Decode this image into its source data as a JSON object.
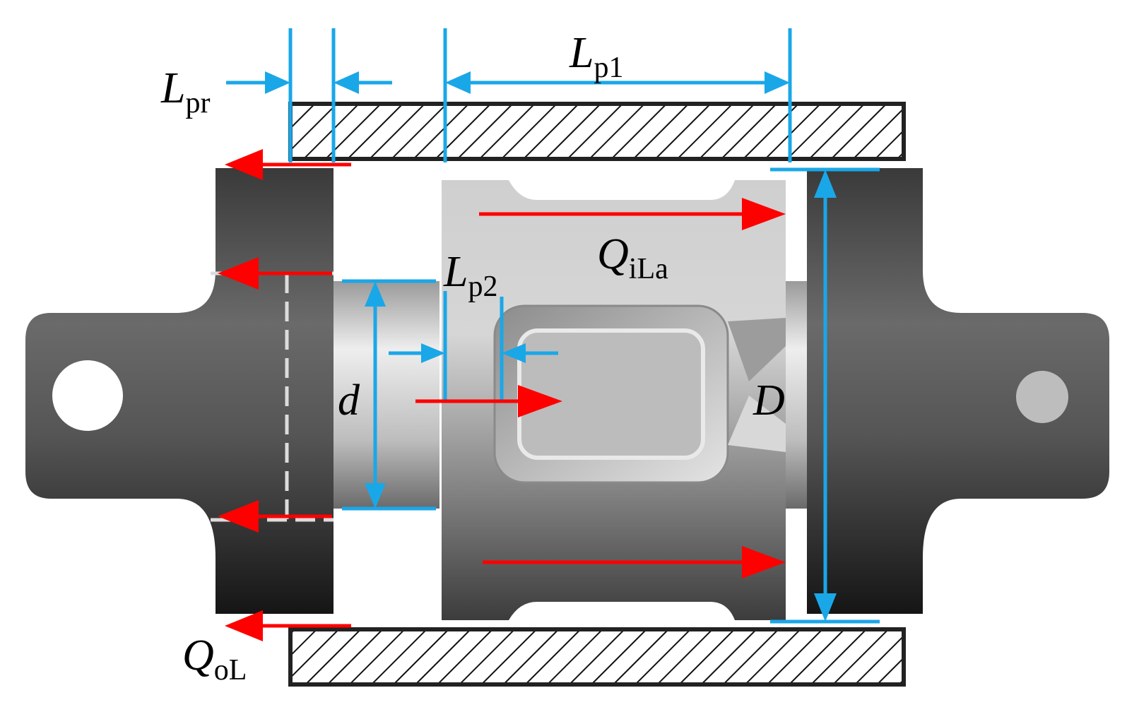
{
  "labels": {
    "l_pr": {
      "main": "L",
      "sub": "pr"
    },
    "l_p1": {
      "main": "L",
      "sub": "p1"
    },
    "l_p2": {
      "main": "L",
      "sub": "p2"
    },
    "q_ila": {
      "main": "Q",
      "sub": "iLa"
    },
    "q_ol": {
      "main": "Q",
      "sub": "oL"
    },
    "d_small": {
      "main": "d"
    },
    "d_large": {
      "main": "D"
    }
  },
  "colors": {
    "dimension": "#1aa7e8",
    "flow_arrow": "#ff0000",
    "outline": "#222222",
    "body_dark": "#3c3c3c",
    "body_light": "#c8c8c8",
    "hidden_line": "#d8d8d8"
  }
}
